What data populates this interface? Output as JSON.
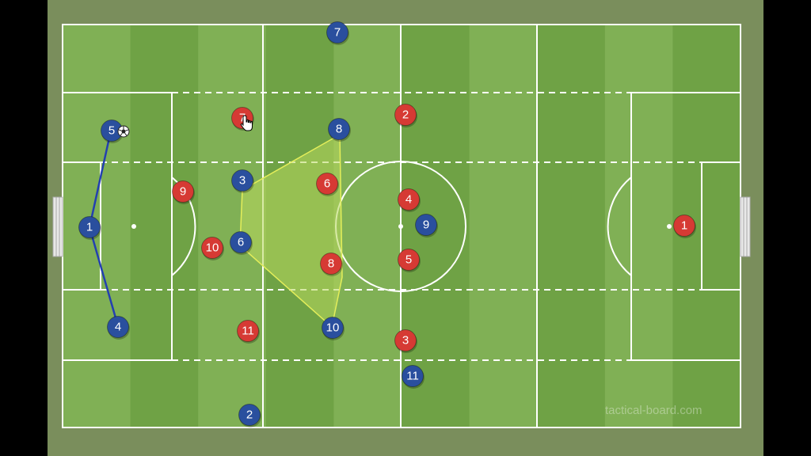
{
  "board": {
    "watermark": "tactical-board.com",
    "colors": {
      "frame": "#7a8e5c",
      "stripe_dark": "#6fa245",
      "stripe_light": "#80b055",
      "line": "#ffffff",
      "blue_team": "#2a4f9e",
      "red_team": "#d63a34",
      "zone_fill": "#b8d95c",
      "zone_stroke": "#e4ee5a",
      "link_line": "#2340b0"
    }
  },
  "blue_team": {
    "players": [
      {
        "number": "7"
      },
      {
        "number": "5"
      },
      {
        "number": "8"
      },
      {
        "number": "3"
      },
      {
        "number": "1"
      },
      {
        "number": "6"
      },
      {
        "number": "9"
      },
      {
        "number": "4"
      },
      {
        "number": "10"
      },
      {
        "number": "11"
      },
      {
        "number": "2"
      }
    ]
  },
  "red_team": {
    "players": [
      {
        "number": "7"
      },
      {
        "number": "2"
      },
      {
        "number": "9"
      },
      {
        "number": "6"
      },
      {
        "number": "4"
      },
      {
        "number": "1"
      },
      {
        "number": "10"
      },
      {
        "number": "5"
      },
      {
        "number": "8"
      },
      {
        "number": "11"
      },
      {
        "number": "3"
      }
    ]
  },
  "ball": {
    "icon": "soccer-ball-icon"
  },
  "cursor": {
    "icon": "hand-pointer-icon"
  }
}
